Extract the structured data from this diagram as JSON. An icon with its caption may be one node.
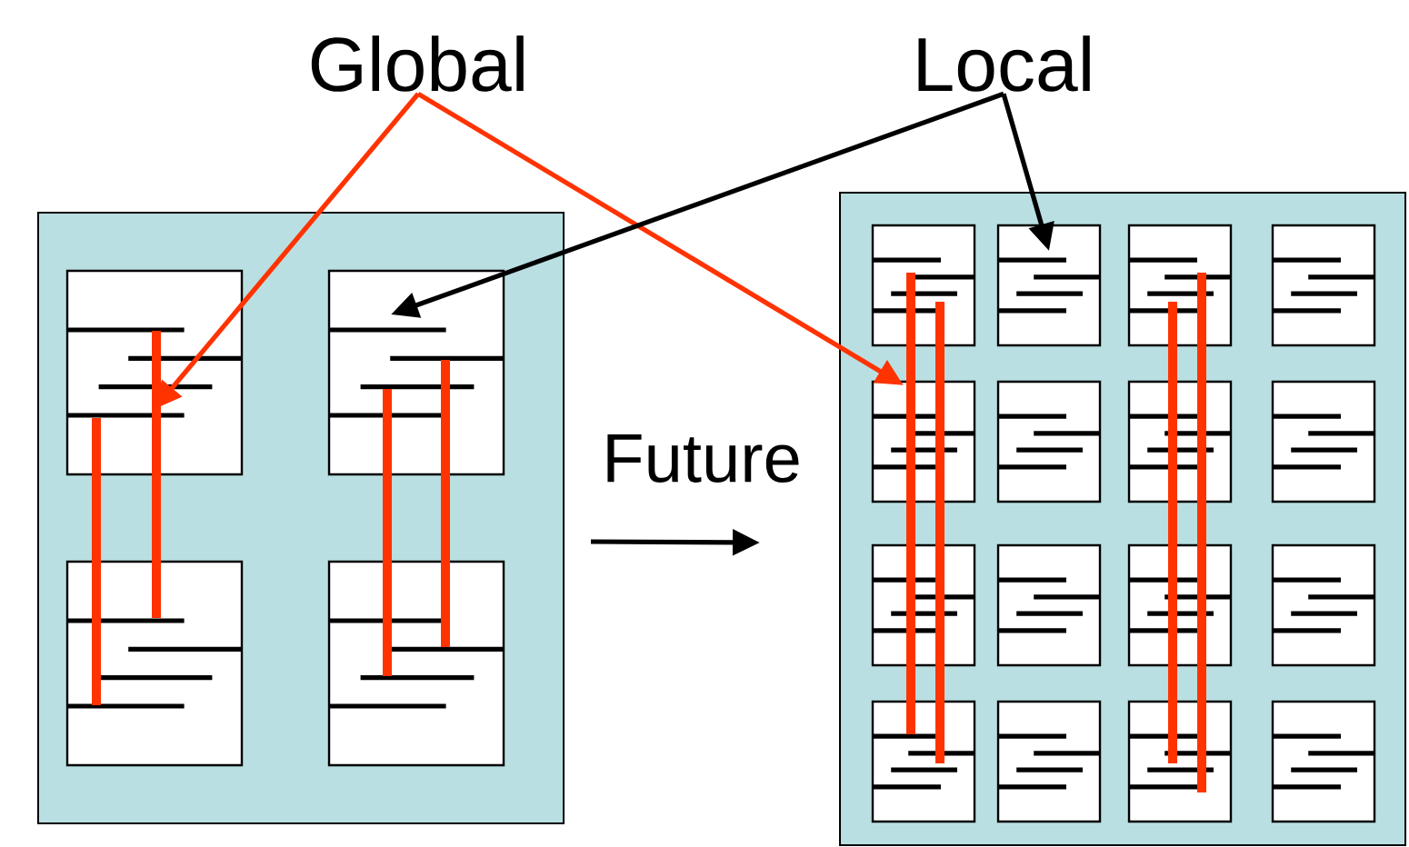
{
  "diagram": {
    "nodes": [
      {
        "text": [
          "Global"
        ]
      },
      {
        "text": [
          "Local"
        ]
      },
      {
        "text": [],
        "shape": "box"
      },
      {
        "text": [],
        "shape": "box",
        "in": 2
      },
      {
        "text": [],
        "shape": "box",
        "in": 2
      },
      {
        "text": [],
        "shape": "box",
        "in": 2
      },
      {
        "text": [],
        "shape": "box",
        "in": 2
      },
      {
        "text": [],
        "shape": "box"
      },
      {
        "text": [],
        "shape": "box",
        "in": 7
      },
      {
        "text": [],
        "shape": "box",
        "in": 7
      },
      {
        "text": [],
        "shape": "box",
        "in": 7
      },
      {
        "text": [],
        "shape": "box",
        "in": 7
      },
      {
        "text": [],
        "shape": "box",
        "in": 7
      },
      {
        "text": [],
        "shape": "box",
        "in": 7
      },
      {
        "text": [],
        "shape": "box",
        "in": 7
      },
      {
        "text": [],
        "shape": "box",
        "in": 7
      },
      {
        "text": [],
        "shape": "box",
        "in": 7
      },
      {
        "text": [],
        "shape": "box",
        "in": 7
      },
      {
        "text": [],
        "shape": "box",
        "in": 7
      },
      {
        "text": [],
        "shape": "box",
        "in": 7
      },
      {
        "text": [],
        "shape": "box",
        "in": 7
      },
      {
        "text": [],
        "shape": "box",
        "in": 7
      },
      {
        "text": [],
        "shape": "box",
        "in": 7
      },
      {
        "text": [],
        "shape": "box",
        "in": 7
      }
    ],
    "edges": [
      {
        "from": 0,
        "to": 3,
        "arrow": "to",
        "color": "#ff3300"
      },
      {
        "from": 0,
        "to": 12,
        "arrow": "to",
        "color": "#ff3300"
      },
      {
        "from": 1,
        "to": 4,
        "arrow": "to"
      },
      {
        "from": 1,
        "to": 9,
        "arrow": "to"
      },
      {
        "from": 2,
        "to": 7,
        "arrow": "to",
        "label": "Future"
      }
    ]
  }
}
